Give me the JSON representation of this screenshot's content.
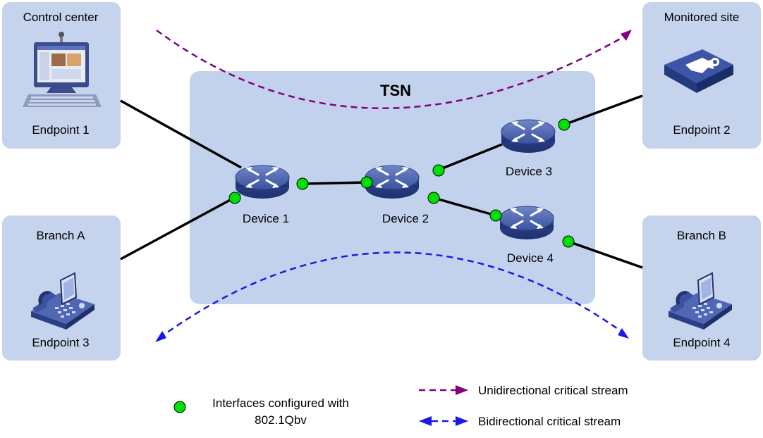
{
  "tsn_label": "TSN",
  "sites": {
    "control_center": {
      "title": "Control center",
      "endpoint": "Endpoint 1"
    },
    "monitored_site": {
      "title": "Monitored site",
      "endpoint": "Endpoint 2"
    },
    "branch_a": {
      "title": "Branch A",
      "endpoint": "Endpoint 3"
    },
    "branch_b": {
      "title": "Branch B",
      "endpoint": "Endpoint 4"
    }
  },
  "devices": {
    "d1": "Device 1",
    "d2": "Device 2",
    "d3": "Device 3",
    "d4": "Device 4"
  },
  "legend": {
    "interfaces_line1": "Interfaces configured with",
    "interfaces_line2": "802.1Qbv",
    "unidirectional": "Unidirectional critical stream",
    "bidirectional": "Bidirectional critical stream"
  },
  "colors": {
    "panel": "#c5d4ec",
    "tsn_area": "#c2d2ec",
    "link": "#000000",
    "interface": "#00e000",
    "unidirectional": "#800080",
    "bidirectional": "#1a1ae6",
    "device": "#3f57a4"
  },
  "icons": {
    "endpoint_1": "video-terminal-pc-icon",
    "endpoint_2": "ip-camera-icon",
    "endpoint_3": "video-phone-icon",
    "endpoint_4": "video-phone-icon",
    "device": "switch-icon"
  }
}
